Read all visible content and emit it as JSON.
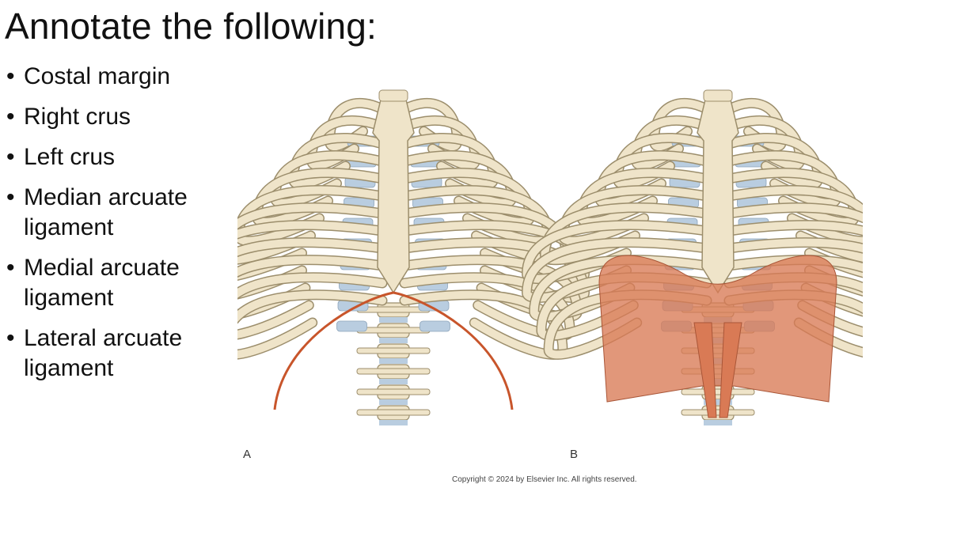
{
  "title": "Annotate the following:",
  "bullets": [
    {
      "text": "Costal margin"
    },
    {
      "text": "Right crus"
    },
    {
      "text": "Left crus"
    },
    {
      "text": "Median arcuate ligament"
    },
    {
      "text": "Medial arcuate ligament"
    },
    {
      "text": "Lateral arcuate ligament"
    }
  ],
  "figure": {
    "panel_a_label": "A",
    "panel_b_label": "B",
    "copyright": "Copyright © 2024 by Elsevier Inc. All rights reserved.",
    "colors": {
      "bone": "#efe4c9",
      "bone_outline": "#9c8e6c",
      "cartilage": "#b9cde0",
      "diaphragm": "#d97a55",
      "margin_line": "#c8552b"
    }
  }
}
